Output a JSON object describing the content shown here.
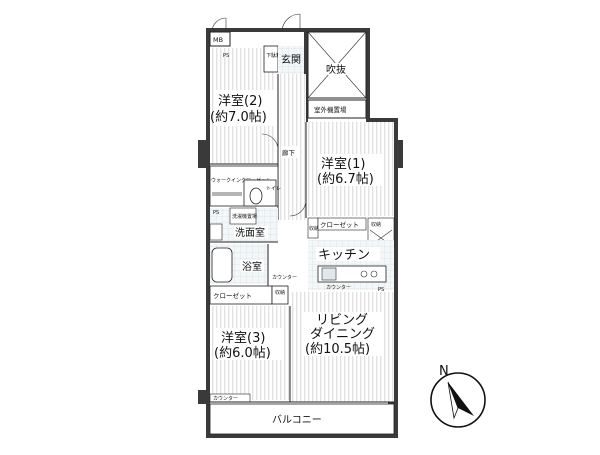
{
  "rooms": {
    "western1": {
      "name": "洋室(1)",
      "size": "(約6.7帖)"
    },
    "western2": {
      "name": "洋室(2)",
      "size": "(約7.0帖)"
    },
    "western3": {
      "name": "洋室(3)",
      "size": "(約6.0帖)"
    },
    "living": {
      "line1": "リビング",
      "line2": "ダイニング",
      "line3": "(約10.5帖)"
    },
    "kitchen": "キッチン",
    "balcony": "バルコニー",
    "void": "吹抜",
    "ac_space": "室外機置場",
    "entrance": "玄関",
    "shoe_box": "下駄箱",
    "hallway": "廊下",
    "washroom": "洗面室",
    "bathroom": "浴室",
    "toilet": "トイレ",
    "walk_in_closet": "ウォークインクローゼット",
    "closet": "クローゼット",
    "storage": "収納",
    "counter": "カウンター",
    "laundry": "洗濯機置場",
    "mb": "MB",
    "ps": "PS"
  },
  "compass": {
    "label": "N",
    "icon": "north-arrow-icon"
  },
  "colors": {
    "wall": "#3a3a3a",
    "stripe": "#e2e2e2"
  }
}
